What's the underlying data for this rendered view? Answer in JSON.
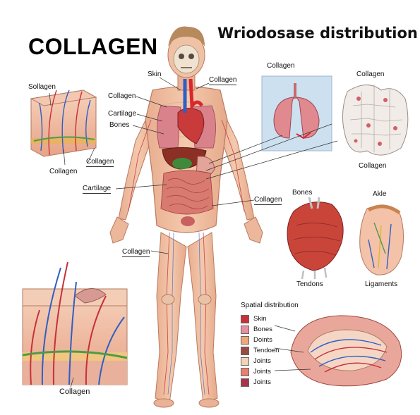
{
  "title": "COLLAGEN",
  "subtitle": "Wriodosase distribution",
  "labels": {
    "skin_top": "Skin",
    "collagen_neck": "Collagen",
    "collagen_chest": "Collagen",
    "cartilage_chest": "Cartilage",
    "bones_chest": "Bones",
    "cartilage_abdomen": "Cartilage",
    "collagen_abdomen": "Collagen",
    "collagen_leg": "Collagen",
    "sollagen_skin": "Sollagen",
    "collagen_skin_bottom": "Collagen",
    "collagen_skin_right": "Collagen",
    "collagen_lungs": "Collagen",
    "collagen_kidney_top": "Collagen",
    "collagen_kidney_bottom": "Collagen",
    "bones_heart": "Bones",
    "tendons": "Tendons",
    "akle": "Akle",
    "ligaments": "Ligaments",
    "collagen_skin_large": "Collagen"
  },
  "legend": {
    "title": "Spatial distribution",
    "items": [
      {
        "label": "Skin",
        "color": "#c8303a"
      },
      {
        "label": "Bones",
        "color": "#e88fa0"
      },
      {
        "label": "Doints",
        "color": "#f0a878"
      },
      {
        "label": "Tendoen",
        "color": "#9a4a40"
      },
      {
        "label": "Joints",
        "color": "#f3d2b6"
      },
      {
        "label": "Joints",
        "color": "#e8806e"
      },
      {
        "label": "Joints",
        "color": "#a8354a"
      }
    ]
  },
  "colors": {
    "skin": "#f1c4a5",
    "muscle": "#d9836f",
    "artery": "#d8282e",
    "vein": "#2f5fc4",
    "lung_panel": "#cde0f0"
  }
}
